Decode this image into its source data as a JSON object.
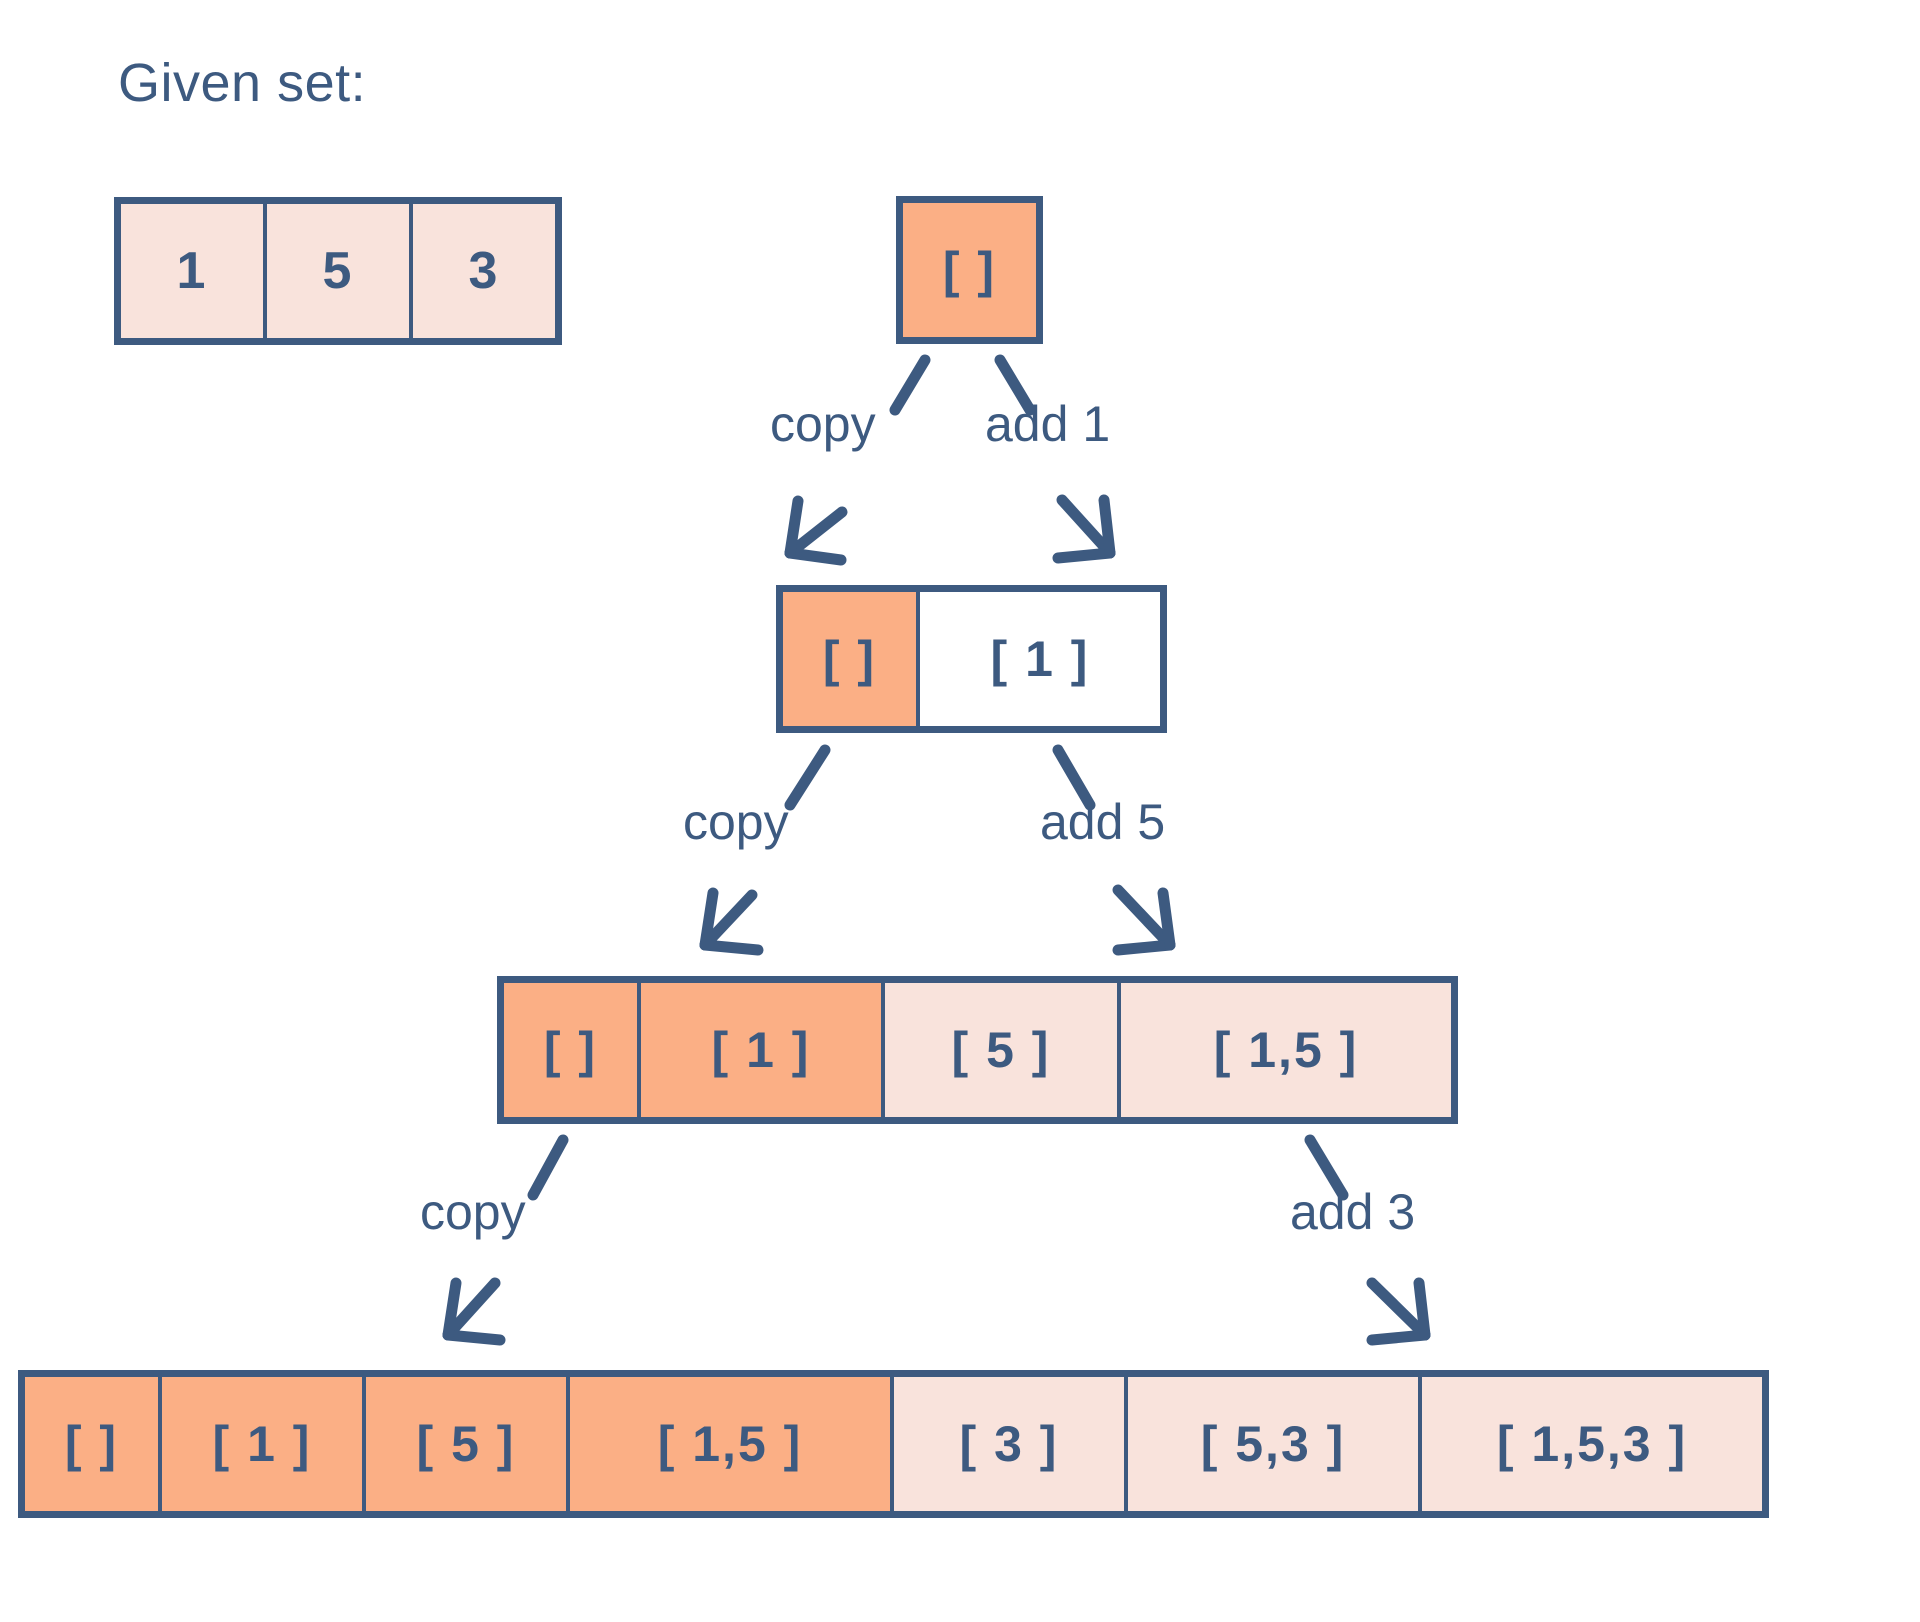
{
  "header": {
    "given_set_label": "Given set:"
  },
  "given_set": {
    "values": [
      "1",
      "5",
      "3"
    ]
  },
  "levels": [
    {
      "name": "level-1",
      "cells": [
        {
          "label": "[ ]",
          "fill": "orange"
        }
      ]
    },
    {
      "name": "level-2",
      "cells": [
        {
          "label": "[ ]",
          "fill": "orange"
        },
        {
          "label": "[ 1 ]",
          "fill": "white"
        }
      ]
    },
    {
      "name": "level-3",
      "cells": [
        {
          "label": "[ ]",
          "fill": "orange"
        },
        {
          "label": "[ 1 ]",
          "fill": "orange"
        },
        {
          "label": "[ 5 ]",
          "fill": "pink"
        },
        {
          "label": "[ 1,5 ]",
          "fill": "pink"
        }
      ]
    },
    {
      "name": "level-4",
      "cells": [
        {
          "label": "[ ]",
          "fill": "orange"
        },
        {
          "label": "[ 1 ]",
          "fill": "orange"
        },
        {
          "label": "[ 5 ]",
          "fill": "orange"
        },
        {
          "label": "[ 1,5 ]",
          "fill": "orange"
        },
        {
          "label": "[ 3 ]",
          "fill": "pink"
        },
        {
          "label": "[ 5,3 ]",
          "fill": "pink"
        },
        {
          "label": "[ 1,5,3 ]",
          "fill": "pink"
        }
      ]
    }
  ],
  "edges": [
    {
      "id": "edge-1-copy",
      "label": "copy"
    },
    {
      "id": "edge-1-add",
      "label": "add 1"
    },
    {
      "id": "edge-2-copy",
      "label": "copy"
    },
    {
      "id": "edge-2-add",
      "label": "add 5"
    },
    {
      "id": "edge-3-copy",
      "label": "copy"
    },
    {
      "id": "edge-3-add",
      "label": "add 3"
    }
  ],
  "colors": {
    "navy": "#3D5A80",
    "orange": "#FBAF85",
    "pink": "#F9E3DC",
    "white": "#FFFFFF"
  }
}
